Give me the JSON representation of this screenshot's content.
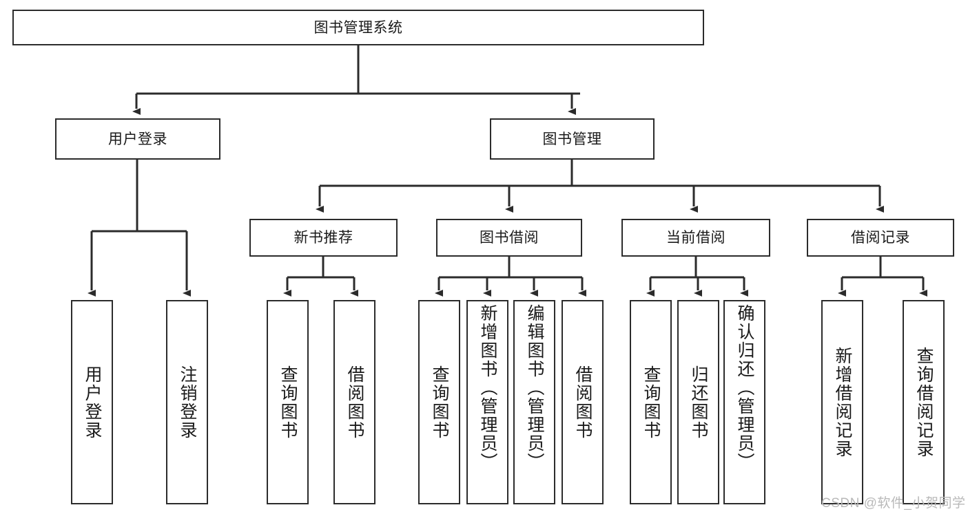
{
  "diagram": {
    "type": "tree-hierarchy",
    "title": "图书管理系统",
    "orientation": "top-down",
    "colors": {
      "stroke": "#2b2b2b",
      "fill": "#ffffff",
      "text": "#1a1a1a",
      "watermark": "#b9b9b9"
    },
    "levels": {
      "level1": [
        "图书管理系统"
      ],
      "level2": [
        "用户登录",
        "图书管理"
      ],
      "level3": [
        "新书推荐",
        "图书借阅",
        "当前借阅",
        "借阅记录"
      ],
      "level4": [
        "用户登录",
        "注销登录",
        "查询图书",
        "借阅图书",
        "查询图书",
        "新增图书（管理员）",
        "编辑图书（管理员）",
        "借阅图书",
        "查询图书",
        "归还图书",
        "确认归还（管理员）",
        "新增借阅记录",
        "查询借阅记录"
      ]
    },
    "nodes": {
      "root": {
        "label": "图书管理系统"
      },
      "user_login": {
        "label": "用户登录"
      },
      "book_manage": {
        "label": "图书管理"
      },
      "new_book_rec": {
        "label": "新书推荐"
      },
      "book_borrow": {
        "label": "图书借阅"
      },
      "current_borrow": {
        "label": "当前借阅"
      },
      "borrow_record": {
        "label": "借阅记录"
      },
      "leaf_user_login": {
        "label": "用户登录"
      },
      "leaf_logout": {
        "label": "注销登录"
      },
      "leaf_query_book_1": {
        "label": "查询图书"
      },
      "leaf_borrow_book_1": {
        "label": "借阅图书"
      },
      "leaf_query_book_2": {
        "label": "查询图书"
      },
      "leaf_add_book_admin": {
        "label": "新增图书（管理员）"
      },
      "leaf_edit_book_admin": {
        "label": "编辑图书（管理员）"
      },
      "leaf_borrow_book_2": {
        "label": "借阅图书"
      },
      "leaf_query_book_3": {
        "label": "查询图书"
      },
      "leaf_return_book": {
        "label": "归还图书"
      },
      "leaf_confirm_return_admin": {
        "label": "确认归还（管理员）"
      },
      "leaf_add_record": {
        "label": "新增借阅记录"
      },
      "leaf_query_record": {
        "label": "查询借阅记录"
      }
    },
    "edges": [
      {
        "from": "root",
        "to": "user_login"
      },
      {
        "from": "root",
        "to": "book_manage"
      },
      {
        "from": "user_login",
        "to": "leaf_user_login"
      },
      {
        "from": "user_login",
        "to": "leaf_logout"
      },
      {
        "from": "book_manage",
        "to": "new_book_rec"
      },
      {
        "from": "book_manage",
        "to": "book_borrow"
      },
      {
        "from": "book_manage",
        "to": "current_borrow"
      },
      {
        "from": "book_manage",
        "to": "borrow_record"
      },
      {
        "from": "new_book_rec",
        "to": "leaf_query_book_1"
      },
      {
        "from": "new_book_rec",
        "to": "leaf_borrow_book_1"
      },
      {
        "from": "book_borrow",
        "to": "leaf_query_book_2"
      },
      {
        "from": "book_borrow",
        "to": "leaf_add_book_admin"
      },
      {
        "from": "book_borrow",
        "to": "leaf_edit_book_admin"
      },
      {
        "from": "book_borrow",
        "to": "leaf_borrow_book_2"
      },
      {
        "from": "current_borrow",
        "to": "leaf_query_book_3"
      },
      {
        "from": "current_borrow",
        "to": "leaf_return_book"
      },
      {
        "from": "current_borrow",
        "to": "leaf_confirm_return_admin"
      },
      {
        "from": "borrow_record",
        "to": "leaf_add_record"
      },
      {
        "from": "borrow_record",
        "to": "leaf_query_record"
      }
    ]
  },
  "watermark": {
    "text": "CSDN @软件_小贺同学"
  }
}
